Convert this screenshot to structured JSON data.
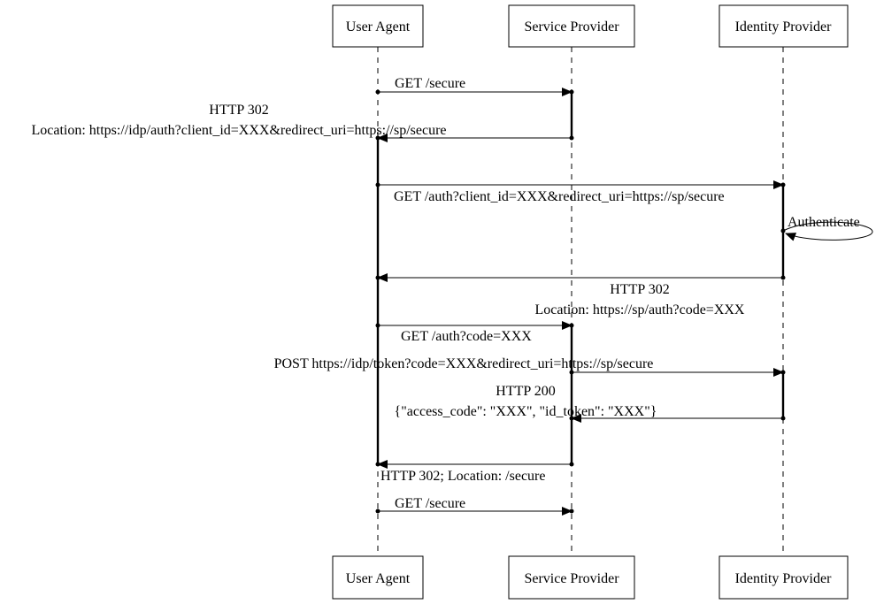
{
  "actors": [
    {
      "id": "ua",
      "name": "User Agent"
    },
    {
      "id": "sp",
      "name": "Service Provider"
    },
    {
      "id": "idp",
      "name": "Identity Provider"
    }
  ],
  "messages": [
    {
      "from": "ua",
      "to": "sp",
      "lines": [
        "GET /secure"
      ]
    },
    {
      "from": "sp",
      "to": "ua",
      "lines": [
        "HTTP 302",
        "Location: https://idp/auth?client_id=XXX&redirect_uri=https://sp/secure"
      ]
    },
    {
      "from": "ua",
      "to": "idp",
      "lines": [
        "GET /auth?client_id=XXX&redirect_uri=https://sp/secure"
      ]
    },
    {
      "from": "idp",
      "to": "idp",
      "lines": [
        "Authenticate"
      ]
    },
    {
      "from": "idp",
      "to": "ua",
      "lines": [
        "HTTP 302",
        "Location: https://sp/auth?code=XXX"
      ]
    },
    {
      "from": "ua",
      "to": "sp",
      "lines": [
        "GET /auth?code=XXX"
      ]
    },
    {
      "from": "sp",
      "to": "idp",
      "lines": [
        "POST https://idp/token?code=XXX&redirect_uri=https://sp/secure"
      ]
    },
    {
      "from": "idp",
      "to": "sp",
      "lines": [
        "HTTP 200",
        "{\"access_code\": \"XXX\", \"id_token\": \"XXX\"}"
      ]
    },
    {
      "from": "sp",
      "to": "ua",
      "lines": [
        "HTTP 302; Location: /secure"
      ]
    },
    {
      "from": "ua",
      "to": "sp",
      "lines": [
        "GET /secure"
      ]
    }
  ]
}
